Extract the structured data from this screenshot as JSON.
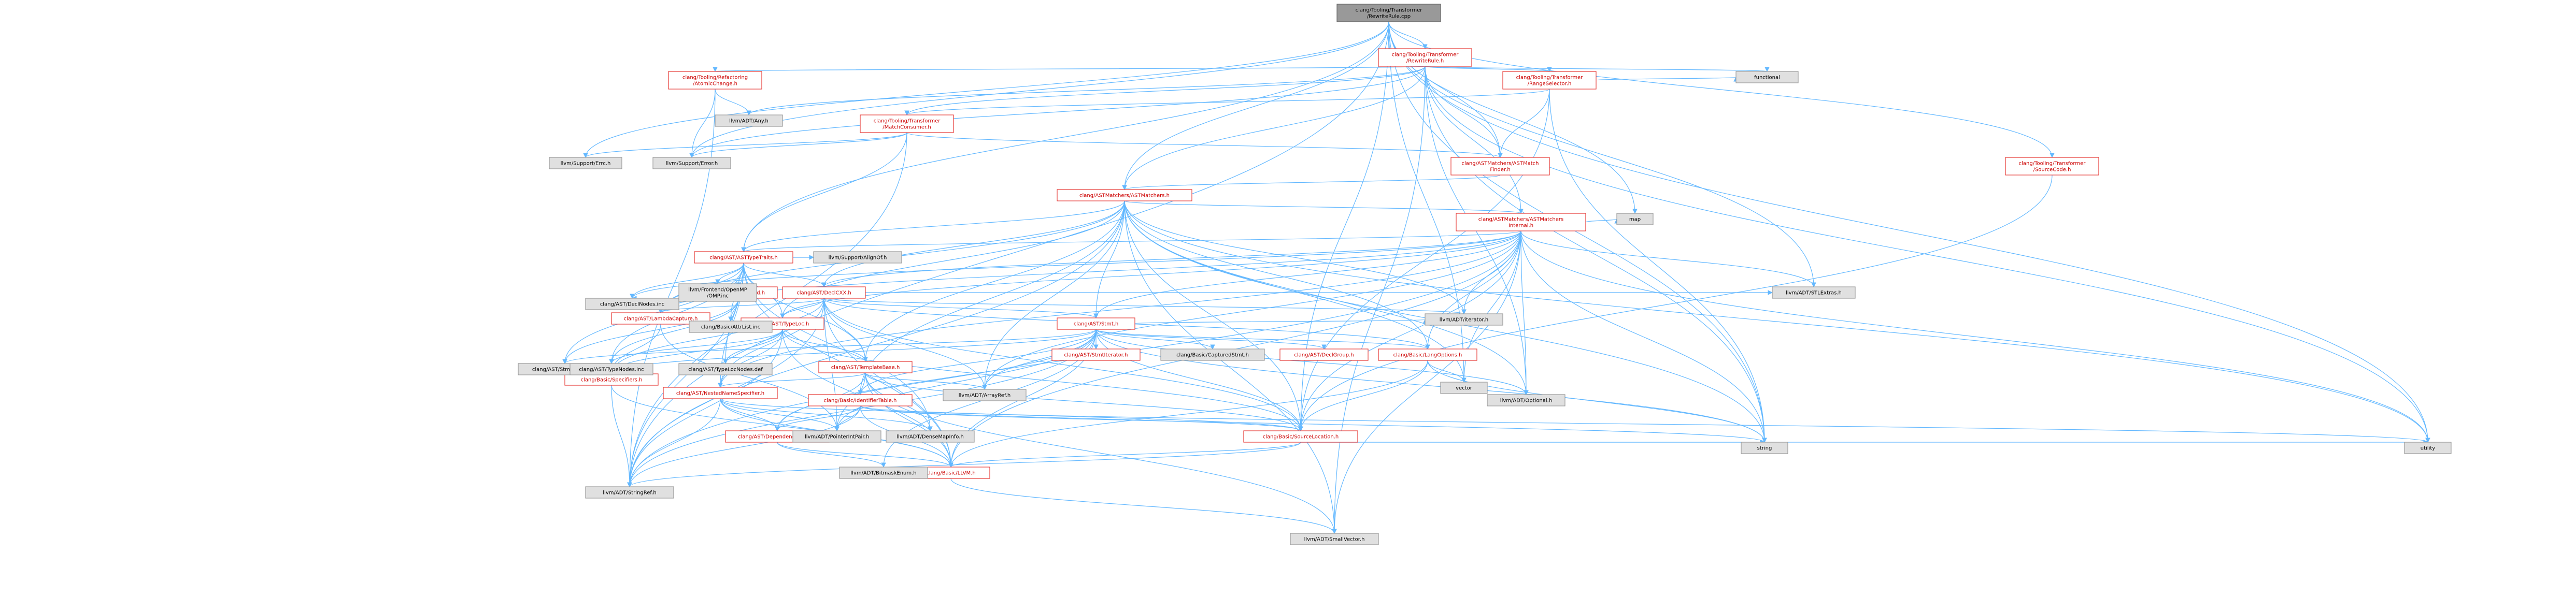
{
  "colors": {
    "root_fill": "#999999",
    "linked_fill": "#ffffff",
    "linked_border": "#e53935",
    "linked_text": "#cc0000",
    "external_fill": "#e0e0e0",
    "external_border": "#999999",
    "text": "#000000",
    "edge": "#63b8ff"
  },
  "nodes": [
    {
      "id": "root",
      "kind": "root",
      "lines": [
        "clang/Tooling/Transformer",
        "/RewriteRule.cpp"
      ]
    },
    {
      "id": "rewriterule_h",
      "kind": "linked",
      "lines": [
        "clang/Tooling/Transformer",
        "/RewriteRule.h"
      ]
    },
    {
      "id": "atomicchange",
      "kind": "linked",
      "lines": [
        "clang/Tooling/Refactoring",
        "/AtomicChange.h"
      ]
    },
    {
      "id": "rangeselector",
      "kind": "linked",
      "lines": [
        "clang/Tooling/Transformer",
        "/RangeSelector.h"
      ]
    },
    {
      "id": "matchconsumer",
      "kind": "linked",
      "lines": [
        "clang/Tooling/Transformer",
        "/MatchConsumer.h"
      ]
    },
    {
      "id": "sourcecode",
      "kind": "linked",
      "lines": [
        "clang/Tooling/Transformer",
        "/SourceCode.h"
      ]
    },
    {
      "id": "astmatchfinder",
      "kind": "linked",
      "lines": [
        "clang/ASTMatchers/ASTMatch",
        "Finder.h"
      ]
    },
    {
      "id": "astmatchers",
      "kind": "linked",
      "lines": [
        "clang/ASTMatchers/ASTMatchers.h"
      ]
    },
    {
      "id": "astmatchersinternal",
      "kind": "linked",
      "lines": [
        "clang/ASTMatchers/ASTMatchers",
        "Internal.h"
      ]
    },
    {
      "id": "asttypetraits",
      "kind": "linked",
      "lines": [
        "clang/AST/ASTTypeTraits.h"
      ]
    },
    {
      "id": "astfwd",
      "kind": "linked",
      "lines": [
        "clang/AST/ASTFwd.h"
      ]
    },
    {
      "id": "declcxx",
      "kind": "linked",
      "lines": [
        "clang/AST/DeclCXX.h"
      ]
    },
    {
      "id": "lambdacapture",
      "kind": "linked",
      "lines": [
        "clang/AST/LambdaCapture.h"
      ]
    },
    {
      "id": "typeloc",
      "kind": "linked",
      "lines": [
        "clang/AST/TypeLoc.h"
      ]
    },
    {
      "id": "templatebase",
      "kind": "linked",
      "lines": [
        "clang/AST/TemplateBase.h"
      ]
    },
    {
      "id": "stmt",
      "kind": "linked",
      "lines": [
        "clang/AST/Stmt.h"
      ]
    },
    {
      "id": "stmtiterator",
      "kind": "linked",
      "lines": [
        "clang/AST/StmtIterator.h"
      ]
    },
    {
      "id": "decl_group",
      "kind": "linked",
      "lines": [
        "clang/AST/DeclGroup.h"
      ]
    },
    {
      "id": "nestednamespecifier",
      "kind": "linked",
      "lines": [
        "clang/AST/NestedNameSpecifier.h"
      ]
    },
    {
      "id": "dependenceflags",
      "kind": "linked",
      "lines": [
        "clang/AST/DependenceFlags.h"
      ]
    },
    {
      "id": "specifiers",
      "kind": "linked",
      "lines": [
        "clang/Basic/Specifiers.h"
      ]
    },
    {
      "id": "langoptions",
      "kind": "linked",
      "lines": [
        "clang/Basic/LangOptions.h"
      ]
    },
    {
      "id": "identifiertable",
      "kind": "linked",
      "lines": [
        "clang/Basic/IdentifierTable.h"
      ]
    },
    {
      "id": "sourcelocation",
      "kind": "linked",
      "lines": [
        "clang/Basic/SourceLocation.h"
      ]
    },
    {
      "id": "basic_llvm",
      "kind": "linked",
      "lines": [
        "clang/Basic/LLVM.h"
      ]
    },
    {
      "id": "capturedstmt",
      "kind": "external",
      "lines": [
        "clang/Basic/CapturedStmt.h"
      ]
    },
    {
      "id": "declnodes",
      "kind": "external",
      "lines": [
        "clang/AST/DeclNodes.inc"
      ]
    },
    {
      "id": "stmtnodes",
      "kind": "external",
      "lines": [
        "clang/AST/StmtNodes.inc"
      ]
    },
    {
      "id": "typenodes",
      "kind": "external",
      "lines": [
        "clang/AST/TypeNodes.inc"
      ]
    },
    {
      "id": "typelocnodes",
      "kind": "external",
      "lines": [
        "clang/AST/TypeLocNodes.def"
      ]
    },
    {
      "id": "attrlist",
      "kind": "external",
      "lines": [
        "clang/Basic/AttrList.inc"
      ]
    },
    {
      "id": "openmp",
      "kind": "external",
      "lines": [
        "llvm/Frontend/OpenMP",
        "/OMP.inc"
      ]
    },
    {
      "id": "alignof",
      "kind": "external",
      "lines": [
        "llvm/Support/AlignOf.h"
      ]
    },
    {
      "id": "errc",
      "kind": "external",
      "lines": [
        "llvm/Support/Errc.h"
      ]
    },
    {
      "id": "llvmerror",
      "kind": "external",
      "lines": [
        "llvm/Support/Error.h"
      ]
    },
    {
      "id": "any",
      "kind": "external",
      "lines": [
        "llvm/ADT/Any.h"
      ]
    },
    {
      "id": "stringref",
      "kind": "external",
      "lines": [
        "llvm/ADT/StringRef.h"
      ]
    },
    {
      "id": "stlextras",
      "kind": "external",
      "lines": [
        "llvm/ADT/STLExtras.h"
      ]
    },
    {
      "id": "iterator",
      "kind": "external",
      "lines": [
        "llvm/ADT/iterator.h"
      ]
    },
    {
      "id": "arrayref",
      "kind": "external",
      "lines": [
        "llvm/ADT/ArrayRef.h"
      ]
    },
    {
      "id": "optional",
      "kind": "external",
      "lines": [
        "llvm/ADT/Optional.h"
      ]
    },
    {
      "id": "pointerintpair",
      "kind": "external",
      "lines": [
        "llvm/ADT/PointerIntPair.h"
      ]
    },
    {
      "id": "densemapinfo",
      "kind": "external",
      "lines": [
        "llvm/ADT/DenseMapInfo.h"
      ]
    },
    {
      "id": "bitmaskenum",
      "kind": "external",
      "lines": [
        "llvm/ADT/BitmaskEnum.h"
      ]
    },
    {
      "id": "smallvector",
      "kind": "external",
      "lines": [
        "llvm/ADT/SmallVector.h"
      ]
    },
    {
      "id": "functional",
      "kind": "external",
      "lines": [
        "functional"
      ]
    },
    {
      "id": "map",
      "kind": "external",
      "lines": [
        "map"
      ]
    },
    {
      "id": "vector",
      "kind": "external",
      "lines": [
        "vector"
      ]
    },
    {
      "id": "string",
      "kind": "external",
      "lines": [
        "string"
      ]
    },
    {
      "id": "utility",
      "kind": "external",
      "lines": [
        "utility"
      ]
    }
  ]
}
